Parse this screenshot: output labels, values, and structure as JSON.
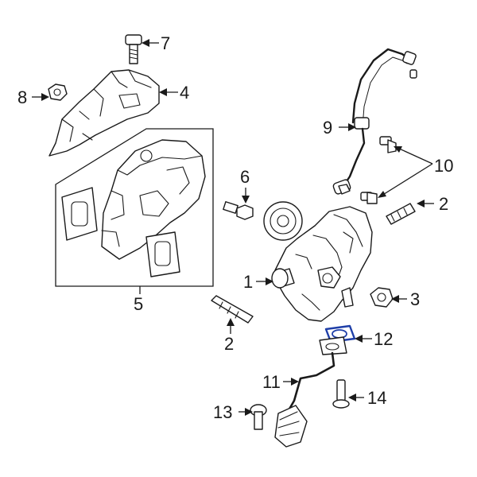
{
  "callouts": {
    "c1": "1",
    "c2a": "2",
    "c2b": "2",
    "c3": "3",
    "c4": "4",
    "c5": "5",
    "c6": "6",
    "c7": "7",
    "c8": "8",
    "c9": "9",
    "c10": "10",
    "c11": "11",
    "c12": "12",
    "c13": "13",
    "c14": "14"
  },
  "colors": {
    "line": "#1a1a1a",
    "highlight": "#1f3fa8",
    "background": "#ffffff"
  }
}
